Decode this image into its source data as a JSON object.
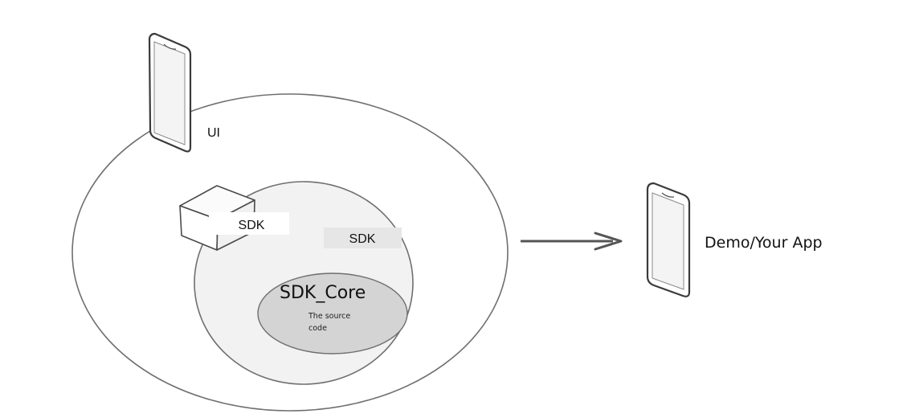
{
  "diagram": {
    "ui_label": "UI",
    "sdk_box_label": "SDK",
    "sdk_ring_label": "SDK",
    "core_title": "SDK_Core",
    "core_subtitle_line1": "The source",
    "core_subtitle_line2": "code",
    "target_label": "Demo/Your App"
  },
  "colors": {
    "outline": "#6f6f6f",
    "outer_fill": "#ffffff",
    "middle_fill": "#f2f2f2",
    "core_fill": "#d4d4d4",
    "label_pad": "#e8e8e8",
    "text": "#111111",
    "arrow": "#555555"
  },
  "icons": [
    "phone-icon",
    "cube-icon",
    "arrow-right-icon"
  ]
}
